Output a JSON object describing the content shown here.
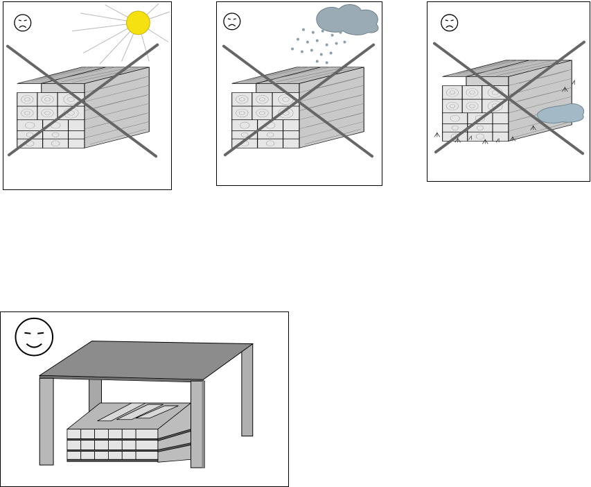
{
  "colors": {
    "outline": "#000000",
    "wood_top": "#b4b4b4",
    "wood_side": "#c9c9c9",
    "wood_end": "#e6e6e6",
    "cross": "#666666",
    "sun": "#f5e011",
    "cloud": "#9aabb6",
    "rain": "#8aa0ae",
    "puddle": "#a4b9c6",
    "roof": "#8c8c8c",
    "leg": "#b0b0b0"
  },
  "panels": [
    {
      "condition": "sun",
      "face": "sad",
      "allowed": false,
      "icon": "sun-icon"
    },
    {
      "condition": "rain",
      "face": "sad",
      "allowed": false,
      "icon": "rain-cloud-icon"
    },
    {
      "condition": "ground-moisture",
      "face": "sad",
      "allowed": false,
      "icon": "puddle-icon"
    },
    {
      "condition": "covered",
      "face": "happy",
      "allowed": true,
      "icon": "shelter-icon"
    }
  ]
}
